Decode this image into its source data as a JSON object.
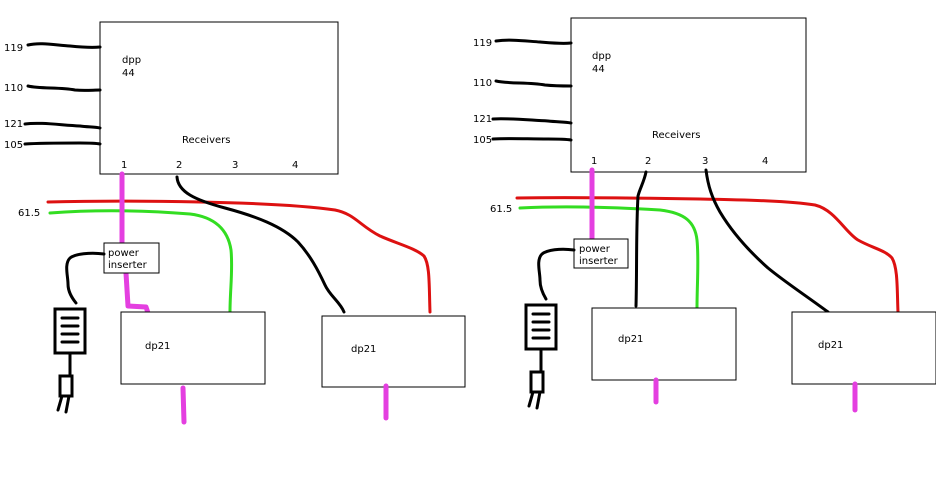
{
  "colors": {
    "magenta": "#e43fe0",
    "green": "#33dd22",
    "red": "#dd1111",
    "black": "#000000"
  },
  "diagrams": [
    {
      "multiswitch_label_line1": "dpp",
      "multiswitch_label_line2": "44",
      "receivers_label": "Receivers",
      "ports": [
        "1",
        "2",
        "3",
        "4"
      ],
      "satellite_inputs": [
        "119",
        "110",
        "121",
        "105"
      ],
      "dish_input": "61.5",
      "power_inserter_line1": "power",
      "power_inserter_line2": "inserter",
      "switch1_label": "dp21",
      "switch2_label": "dp21",
      "plug_icon": "power-plug-icon"
    },
    {
      "multiswitch_label_line1": "dpp",
      "multiswitch_label_line2": "44",
      "receivers_label": "Receivers",
      "ports": [
        "1",
        "2",
        "3",
        "4"
      ],
      "satellite_inputs": [
        "119",
        "110",
        "121",
        "105"
      ],
      "dish_input": "61.5",
      "power_inserter_line1": "power",
      "power_inserter_line2": "inserter",
      "switch1_label": "dp21",
      "switch2_label": "dp21",
      "plug_icon": "power-plug-icon"
    }
  ]
}
